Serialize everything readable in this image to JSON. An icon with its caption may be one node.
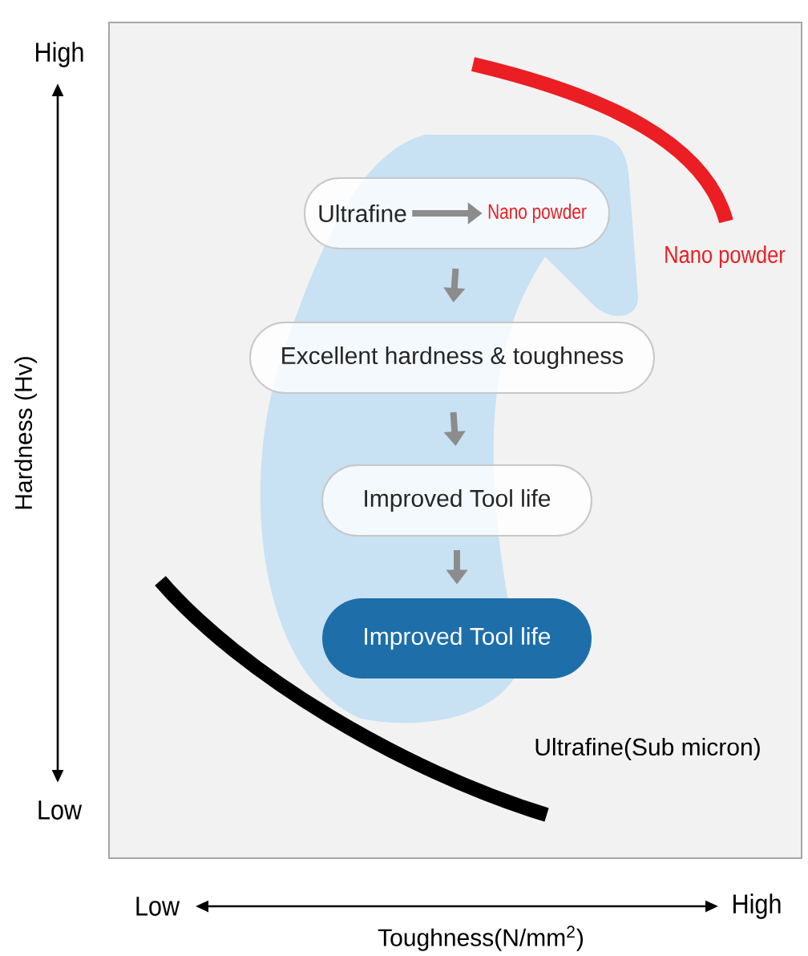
{
  "diagram": {
    "nodes": [
      {
        "text": [],
        "shape": "box"
      },
      {
        "text": [
          "Ultrafine"
        ],
        "in": 0
      },
      {
        "text": [
          "Nano powder"
        ],
        "in": 0
      },
      {
        "text": [
          "Excellent hardness & toughness"
        ]
      },
      {
        "text": [
          "Improved Tool life"
        ]
      },
      {
        "text": [
          "Improved Tool life"
        ]
      }
    ],
    "edges": [
      {
        "from": 1,
        "to": 2,
        "arrow": "to"
      },
      {
        "from": 0,
        "to": 3,
        "arrow": "to"
      },
      {
        "from": 3,
        "to": 4,
        "arrow": "to"
      },
      {
        "from": 4,
        "to": 5,
        "arrow": "to"
      }
    ],
    "labels": [
      "High",
      "Nano powder",
      "Hardness (Hv)",
      "Ultrafine(Sub micron)",
      "Low",
      "Low",
      "High",
      "Toughness(N/mm$^{2}$)"
    ]
  }
}
